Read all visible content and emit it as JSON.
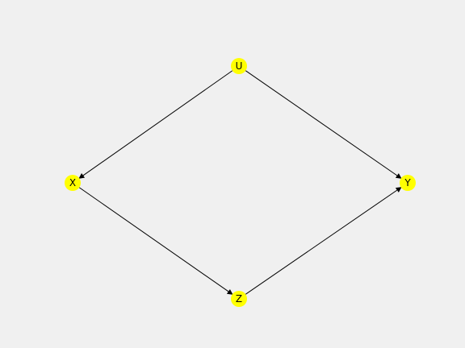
{
  "colors": {
    "background": "#f0f0f0",
    "node_fill": "#ffff00",
    "edge": "#000000",
    "label": "#000000"
  },
  "nodes": [
    {
      "id": "U",
      "label": "U"
    },
    {
      "id": "X",
      "label": "X"
    },
    {
      "id": "Y",
      "label": "Y"
    },
    {
      "id": "Z",
      "label": "Z"
    }
  ],
  "edges": [
    {
      "from": "U",
      "to": "X"
    },
    {
      "from": "U",
      "to": "Y"
    },
    {
      "from": "X",
      "to": "Z"
    },
    {
      "from": "Z",
      "to": "Y"
    }
  ]
}
